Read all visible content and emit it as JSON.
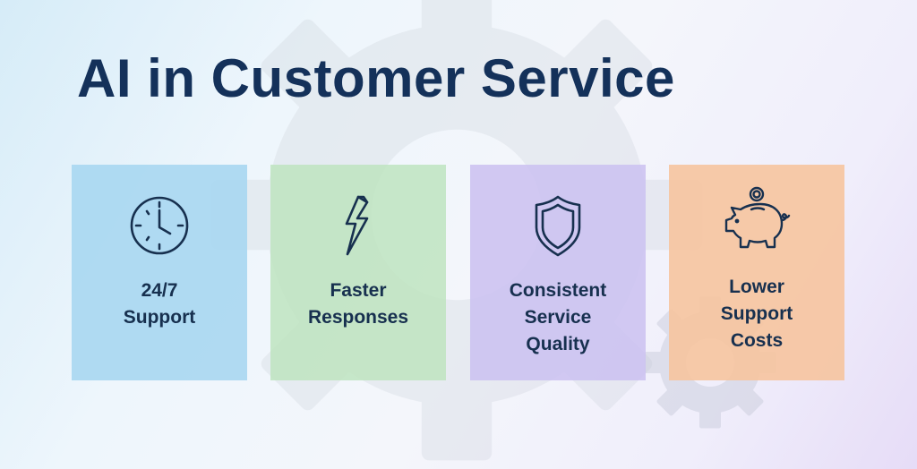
{
  "title": "AI in Customer Service",
  "colors": {
    "title": "#14315a",
    "text": "#17304f",
    "card_blue": "#a6d6f0",
    "card_green": "#bee4c0",
    "card_purple": "#ccc2f0",
    "card_orange": "#f6c49e"
  },
  "cards": [
    {
      "icon": "clock-icon",
      "label": "24/7 Support",
      "lines": [
        "24/7",
        "Support"
      ]
    },
    {
      "icon": "lightning-bolt-icon",
      "label": "Faster Responses",
      "lines": [
        "Faster",
        "Responses"
      ]
    },
    {
      "icon": "shield-icon",
      "label": "Consistent Service Quality",
      "lines": [
        "Consistent",
        "Service",
        "Quality"
      ]
    },
    {
      "icon": "piggy-bank-icon",
      "label": "Lower Support Costs",
      "lines": [
        "Lower",
        "Support",
        "Costs"
      ]
    }
  ]
}
